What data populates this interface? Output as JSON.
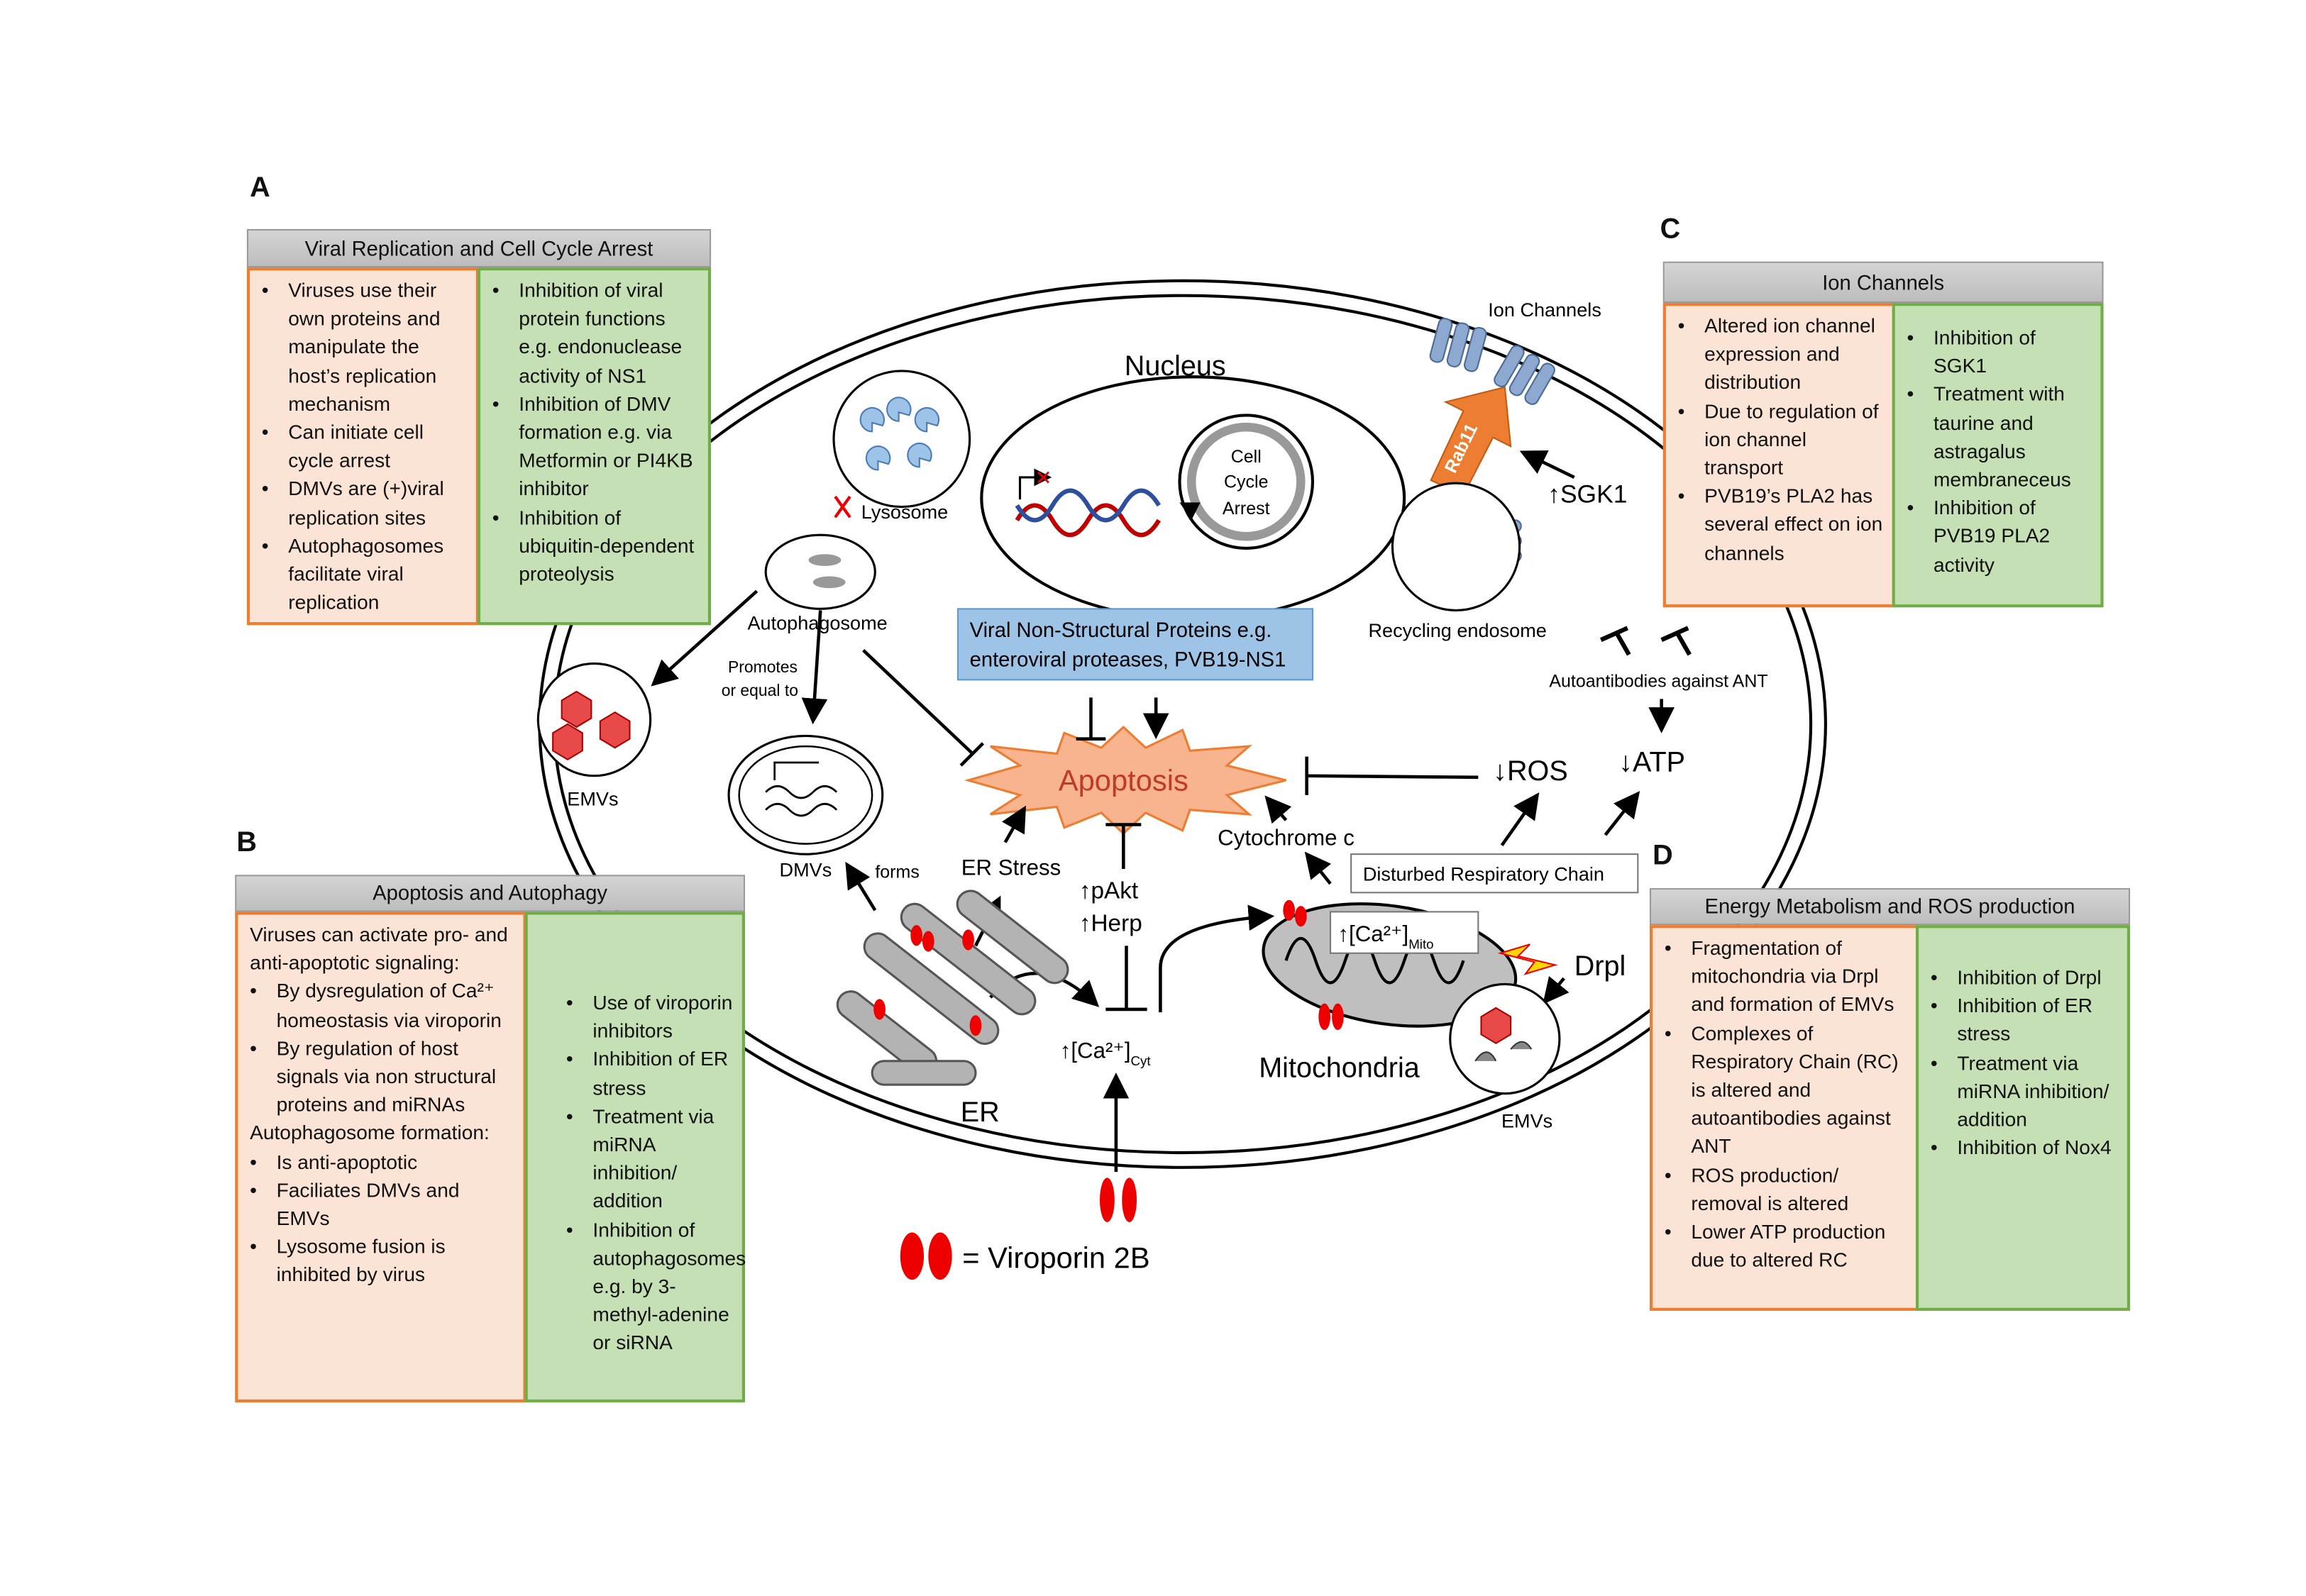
{
  "panel_labels": {
    "a": "A",
    "b": "B",
    "c": "C",
    "d": "D"
  },
  "panel_a": {
    "title": "Viral Replication and Cell Cycle Arrest",
    "left": [
      "Viruses use their own proteins and manipulate the host’s replication mechanism",
      "Can initiate cell cycle arrest",
      "DMVs are (+)viral replication sites",
      "Autophagosomes facilitate viral replication"
    ],
    "right": [
      "Inhibition of viral protein functions e.g. endonuclease activity of NS1",
      "Inhibition of DMV formation e.g. via Metformin or PI4KB inhibitor",
      "Inhibition of ubiquitin-dependent proteolysis"
    ]
  },
  "panel_b": {
    "title": "Apoptosis and Autophagy",
    "intro1": "Viruses can activate pro- and anti-apoptotic signaling:",
    "left1": [
      "By dysregulation of Ca²⁺ homeostasis via viroporin",
      "By regulation of host signals via non structural proteins and miRNAs"
    ],
    "intro2": "Autophagosome formation:",
    "left2": [
      "Is anti-apoptotic",
      "Faciliates DMVs and EMVs",
      "Lysosome fusion is inhibited by virus"
    ],
    "right": [
      "Use of viroporin inhibitors",
      "Inhibition of ER stress",
      "Treatment via miRNA inhibition/ addition",
      "Inhibition of autophagosomes e.g. by 3-methyl-adenine or siRNA"
    ]
  },
  "panel_c": {
    "title": "Ion Channels",
    "left": [
      "Altered ion channel expression and distribution",
      "Due to regulation of ion channel transport",
      "PVB19’s PLA2 has several effect on ion channels"
    ],
    "right": [
      "Inhibition of SGK1",
      "Treatment with taurine and astragalus membraneceus",
      "Inhibition of PVB19 PLA2 activity"
    ]
  },
  "panel_d": {
    "title": "Energy Metabolism and ROS production",
    "left": [
      "Fragmentation of mitochondria via Drpl and formation of EMVs",
      "Complexes of Respiratory Chain (RC) is altered and autoantibodies against ANT",
      "ROS production/ removal is altered",
      "Lower ATP production due to altered RC"
    ],
    "right": [
      "Inhibition of Drpl",
      "Inhibition of ER stress",
      "Treatment via miRNA inhibition/ addition",
      "Inhibition of Nox4"
    ]
  },
  "diagram": {
    "nucleus": "Nucleus",
    "cell_cycle_arrest": [
      "Cell",
      "Cycle",
      "Arrest"
    ],
    "ion_channels": "Ion Channels",
    "rab11": "Rab11",
    "sgk1": "↑SGK1",
    "recycling_endosome": "Recycling endosome",
    "lysosome": "Lysosome",
    "autophagosome": "Autophagosome",
    "promotes": [
      "Promotes",
      "or equal to"
    ],
    "viral_proteins": [
      "Viral Non-Structural Proteins e.g.",
      "enteroviral proteases, PVB19-NS1"
    ],
    "apoptosis": "Apoptosis",
    "emvs_left": "EMVs",
    "dmvs": "DMVs",
    "forms": "forms",
    "er_stress": "ER Stress",
    "pakt": "↑pAkt",
    "herp": "↑Herp",
    "cytochrome_c": "Cytochrome c",
    "disturbed_rc": "Disturbed Respiratory Chain",
    "ca_mito": "↑[Ca²⁺]",
    "ca_mito_sub": "Mito",
    "drpl": "Drpl",
    "mitochondria": "Mitochondria",
    "er": "ER",
    "ca_cyt": "↑[Ca²⁺]",
    "ca_cyt_sub": "Cyt",
    "emvs_right": "EMVs",
    "autoantibodies": "Autoantibodies against ANT",
    "ros": "↓ROS",
    "atp": "↓ATP",
    "viroporin_legend": "= Viroporin 2B"
  },
  "colors": {
    "orange_fill": "#fbe3d6",
    "orange_border": "#ed7d31",
    "green_fill": "#c5e0b4",
    "green_border": "#70ad47",
    "apoptosis": "#f8b48f",
    "viral_box": "#9dc3e6",
    "viroporin": "#e00000",
    "rab11": "#ed7d31",
    "ion_channel": "#8ea9cf"
  }
}
